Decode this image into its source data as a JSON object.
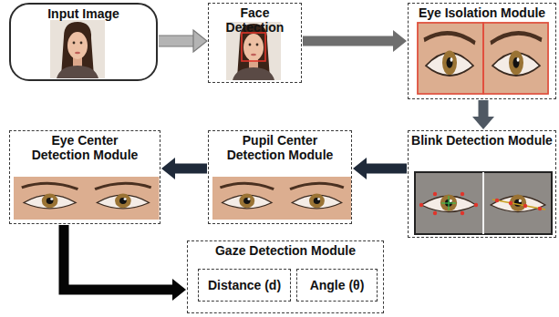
{
  "diagram": {
    "nodes": [
      {
        "text": [
          "Input Image"
        ]
      },
      {
        "text": [
          "Face Detection"
        ]
      },
      {
        "text": [
          "Eye Isolation Module"
        ]
      },
      {
        "text": [
          "Blink Detection Module"
        ]
      },
      {
        "text": [
          "Pupil Center Detection Module"
        ]
      },
      {
        "text": [
          "Eye Center Detection Module"
        ]
      },
      {
        "text": [
          "Gaze Detection Module"
        ]
      },
      {
        "text": [
          "Distance (d)"
        ],
        "in": 6
      },
      {
        "text": [
          "Angle (θ)"
        ],
        "in": 6
      }
    ],
    "edges": [
      {
        "from": 0,
        "to": 1,
        "arrow": "to"
      },
      {
        "from": 1,
        "to": 2,
        "arrow": "to"
      },
      {
        "from": 2,
        "to": 3,
        "arrow": "to"
      },
      {
        "from": 3,
        "to": 4,
        "arrow": "to"
      },
      {
        "from": 4,
        "to": 5,
        "arrow": "to"
      },
      {
        "from": 5,
        "to": 6,
        "arrow": "to"
      }
    ]
  }
}
